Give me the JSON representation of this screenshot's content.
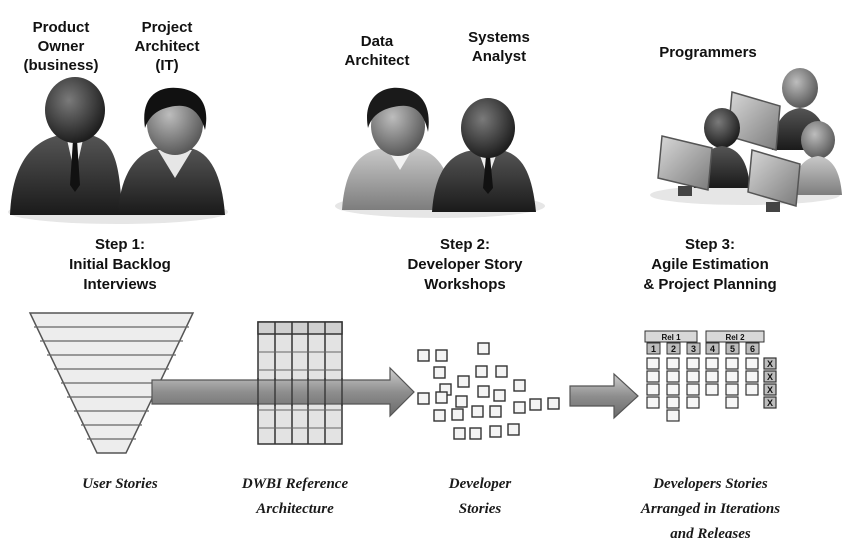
{
  "roles": [
    {
      "id": "product-owner",
      "lines": [
        "Product",
        "Owner",
        "(business)"
      ]
    },
    {
      "id": "project-architect",
      "lines": [
        "Project",
        "Architect",
        "(IT)"
      ]
    },
    {
      "id": "data-architect",
      "lines": [
        "Data",
        "Architect"
      ]
    },
    {
      "id": "systems-analyst",
      "lines": [
        "Systems",
        "Analyst"
      ]
    },
    {
      "id": "programmers",
      "lines": [
        "Programmers"
      ]
    }
  ],
  "steps": [
    {
      "lines": [
        "Step 1:",
        "Initial Backlog",
        "Interviews"
      ]
    },
    {
      "lines": [
        "Step 2:",
        "Developer Story",
        "Workshops"
      ]
    },
    {
      "lines": [
        "Step 3:",
        "Agile Estimation",
        "& Project Planning"
      ]
    }
  ],
  "captions": [
    {
      "lines": [
        "User Stories"
      ]
    },
    {
      "lines": [
        "DWBI Reference",
        "Architecture"
      ]
    },
    {
      "lines": [
        "Developer",
        "Stories"
      ]
    },
    {
      "lines": [
        "Developers Stories",
        "Arranged in Iterations",
        "and Releases"
      ]
    }
  ],
  "releases": [
    {
      "label": "Rel 1",
      "iterations": [
        "1",
        "2",
        "3"
      ]
    },
    {
      "label": "Rel 2",
      "iterations": [
        "4",
        "5",
        "6"
      ]
    }
  ],
  "backlog_marks": [
    "X",
    "X",
    "X",
    "X"
  ],
  "colors": {
    "dark": "#2b2b2b",
    "mid": "#8a8a8a",
    "light": "#d9d9d9",
    "arrow": "#9a9a9a"
  }
}
